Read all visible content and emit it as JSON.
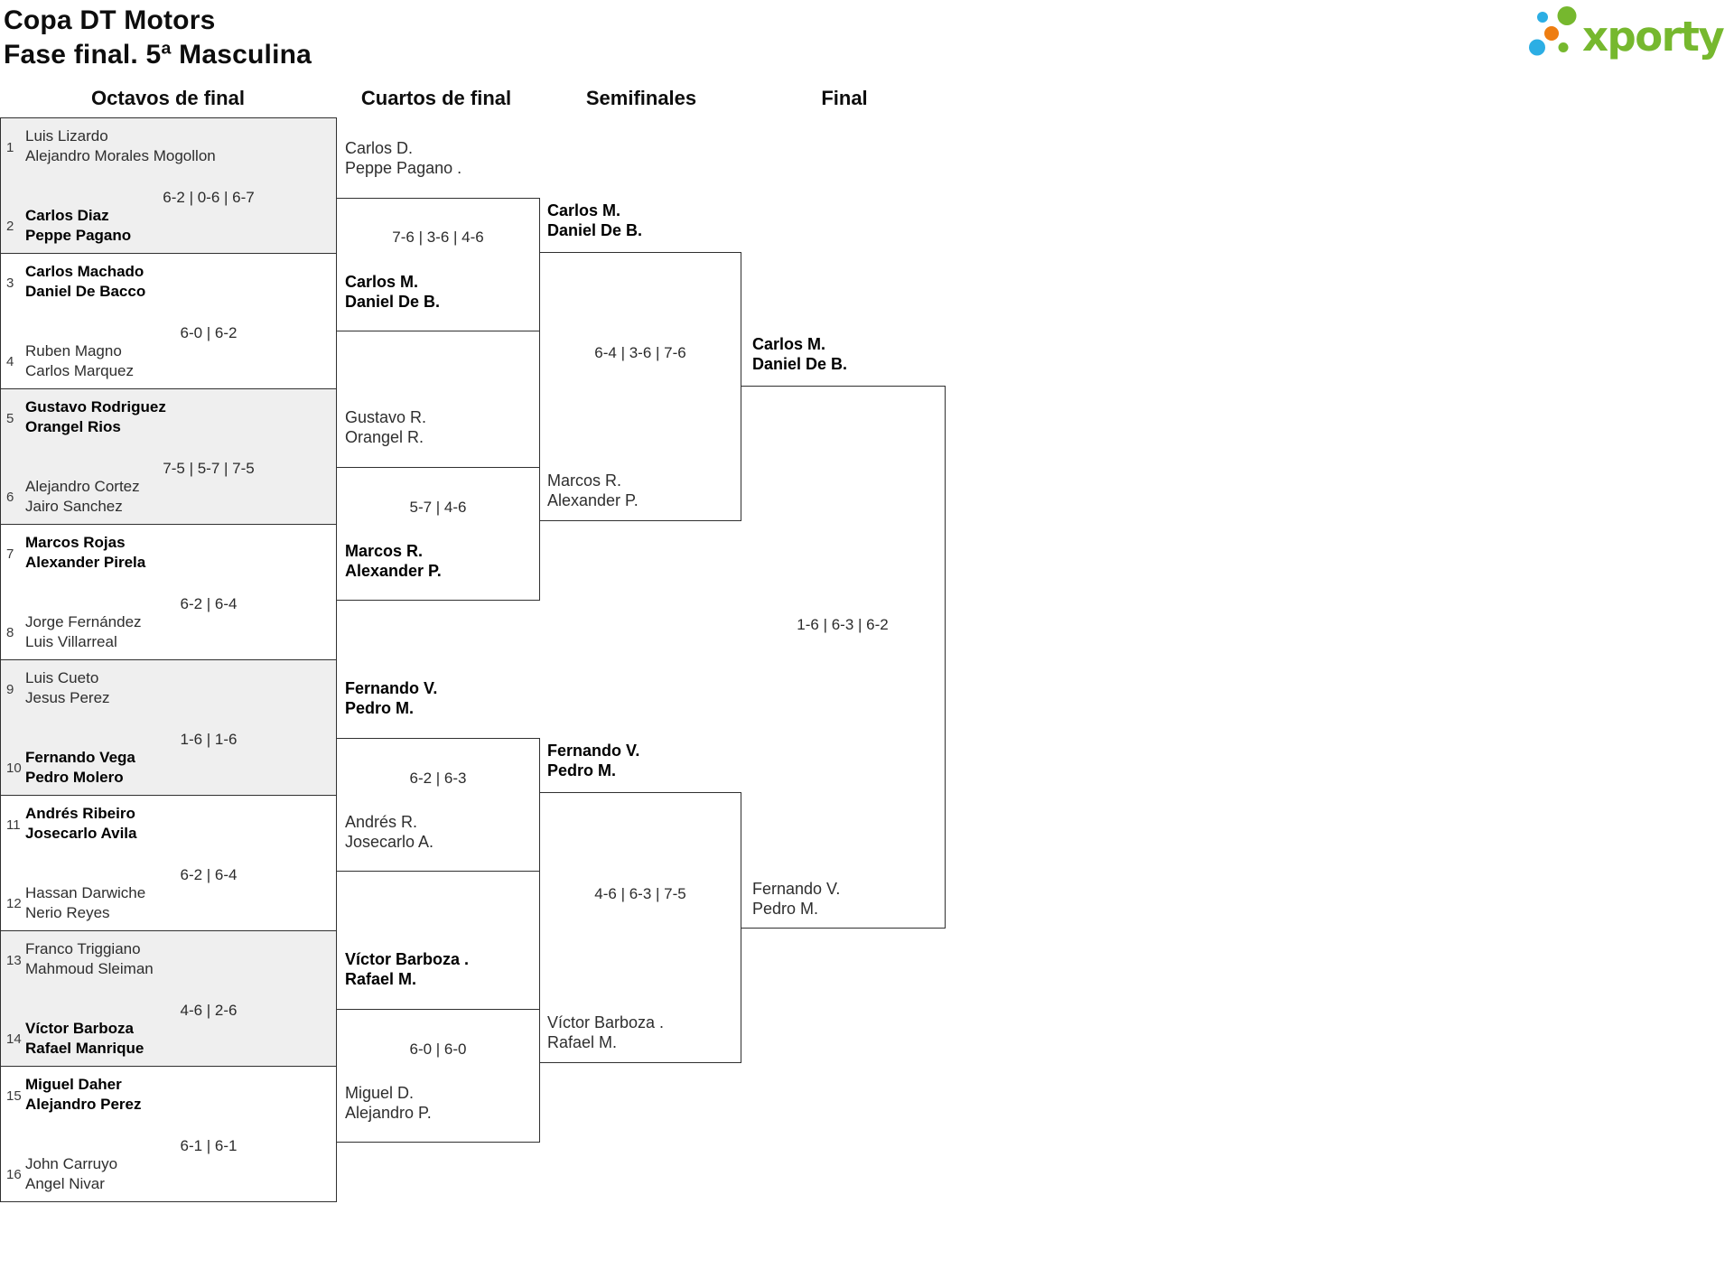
{
  "page": {
    "title_line1": "Copa DT Motors",
    "title_line2": "Fase final. 5ª Masculina"
  },
  "logo": {
    "text": "xporty",
    "colors": {
      "green": "#76b82e",
      "blue": "#2caee4",
      "orange": "#ee7d11"
    }
  },
  "round_headers": [
    "Octavos de final",
    "Cuartos de final",
    "Semifinales",
    "Final"
  ],
  "bracket": {
    "octavos": [
      {
        "top": {
          "seed": "1",
          "lines": [
            "Luis Lizardo",
            "Alejandro Morales Mogollon"
          ],
          "winner": false
        },
        "score": "6-2 | 0-6 | 6-7",
        "bottom": {
          "seed": "2",
          "lines": [
            "Carlos Diaz",
            "Peppe Pagano"
          ],
          "winner": true
        }
      },
      {
        "top": {
          "seed": "3",
          "lines": [
            "Carlos Machado",
            "Daniel De Bacco"
          ],
          "winner": true
        },
        "score": "6-0 | 6-2",
        "bottom": {
          "seed": "4",
          "lines": [
            "Ruben Magno",
            "Carlos Marquez"
          ],
          "winner": false
        }
      },
      {
        "top": {
          "seed": "5",
          "lines": [
            "Gustavo Rodriguez",
            "Orangel Rios"
          ],
          "winner": true
        },
        "score": "7-5 | 5-7 | 7-5",
        "bottom": {
          "seed": "6",
          "lines": [
            "Alejandro Cortez",
            "Jairo Sanchez"
          ],
          "winner": false
        }
      },
      {
        "top": {
          "seed": "7",
          "lines": [
            "Marcos Rojas",
            "Alexander Pirela"
          ],
          "winner": true
        },
        "score": "6-2 | 6-4",
        "bottom": {
          "seed": "8",
          "lines": [
            "Jorge Fernández",
            "Luis Villarreal"
          ],
          "winner": false
        }
      },
      {
        "top": {
          "seed": "9",
          "lines": [
            "Luis Cueto",
            "Jesus Perez"
          ],
          "winner": false
        },
        "score": "1-6 | 1-6",
        "bottom": {
          "seed": "10",
          "lines": [
            "Fernando Vega",
            "Pedro Molero"
          ],
          "winner": true
        }
      },
      {
        "top": {
          "seed": "11",
          "lines": [
            "Andrés Ribeiro",
            "Josecarlo Avila"
          ],
          "winner": true
        },
        "score": "6-2 | 6-4",
        "bottom": {
          "seed": "12",
          "lines": [
            "Hassan Darwiche",
            "Nerio Reyes"
          ],
          "winner": false
        }
      },
      {
        "top": {
          "seed": "13",
          "lines": [
            "Franco Triggiano",
            "Mahmoud Sleiman"
          ],
          "winner": false
        },
        "score": "4-6 | 2-6",
        "bottom": {
          "seed": "14",
          "lines": [
            "Víctor Barboza",
            "Rafael Manrique"
          ],
          "winner": true
        }
      },
      {
        "top": {
          "seed": "15",
          "lines": [
            "Miguel Daher",
            "Alejandro Perez"
          ],
          "winner": true
        },
        "score": "6-1 | 6-1",
        "bottom": {
          "seed": "16",
          "lines": [
            "John Carruyo",
            "Angel Nivar"
          ],
          "winner": false
        }
      }
    ],
    "cuartos": [
      {
        "top": {
          "lines": [
            "Carlos D.",
            "Peppe Pagano ."
          ],
          "winner": false
        },
        "score": "7-6 | 3-6 | 4-6",
        "bottom": {
          "lines": [
            "Carlos M.",
            "Daniel De B."
          ],
          "winner": true
        }
      },
      {
        "top": {
          "lines": [
            "Gustavo R.",
            "Orangel R."
          ],
          "winner": false
        },
        "score": "5-7 | 4-6",
        "bottom": {
          "lines": [
            "Marcos R.",
            "Alexander P."
          ],
          "winner": true
        }
      },
      {
        "top": {
          "lines": [
            "Fernando V.",
            "Pedro M."
          ],
          "winner": true
        },
        "score": "6-2 | 6-3",
        "bottom": {
          "lines": [
            "Andrés R.",
            "Josecarlo A."
          ],
          "winner": false
        }
      },
      {
        "top": {
          "lines": [
            "Víctor Barboza .",
            "Rafael M."
          ],
          "winner": true
        },
        "score": "6-0 | 6-0",
        "bottom": {
          "lines": [
            "Miguel D.",
            "Alejandro P."
          ],
          "winner": false
        }
      }
    ],
    "semifinales": [
      {
        "top": {
          "lines": [
            "Carlos M.",
            "Daniel De B."
          ],
          "winner": true
        },
        "score": "6-4 | 3-6 | 7-6",
        "bottom": {
          "lines": [
            "Marcos R.",
            "Alexander P."
          ],
          "winner": false
        }
      },
      {
        "top": {
          "lines": [
            "Fernando V.",
            "Pedro M."
          ],
          "winner": true
        },
        "score": "4-6 | 6-3 | 7-5",
        "bottom": {
          "lines": [
            "Víctor Barboza .",
            "Rafael M."
          ],
          "winner": false
        }
      }
    ],
    "final": {
      "top": {
        "lines": [
          "Carlos M.",
          "Daniel De B."
        ],
        "winner": true
      },
      "score": "1-6 | 6-3 | 6-2",
      "bottom": {
        "lines": [
          "Fernando V.",
          "Pedro M."
        ],
        "winner": false
      }
    }
  }
}
